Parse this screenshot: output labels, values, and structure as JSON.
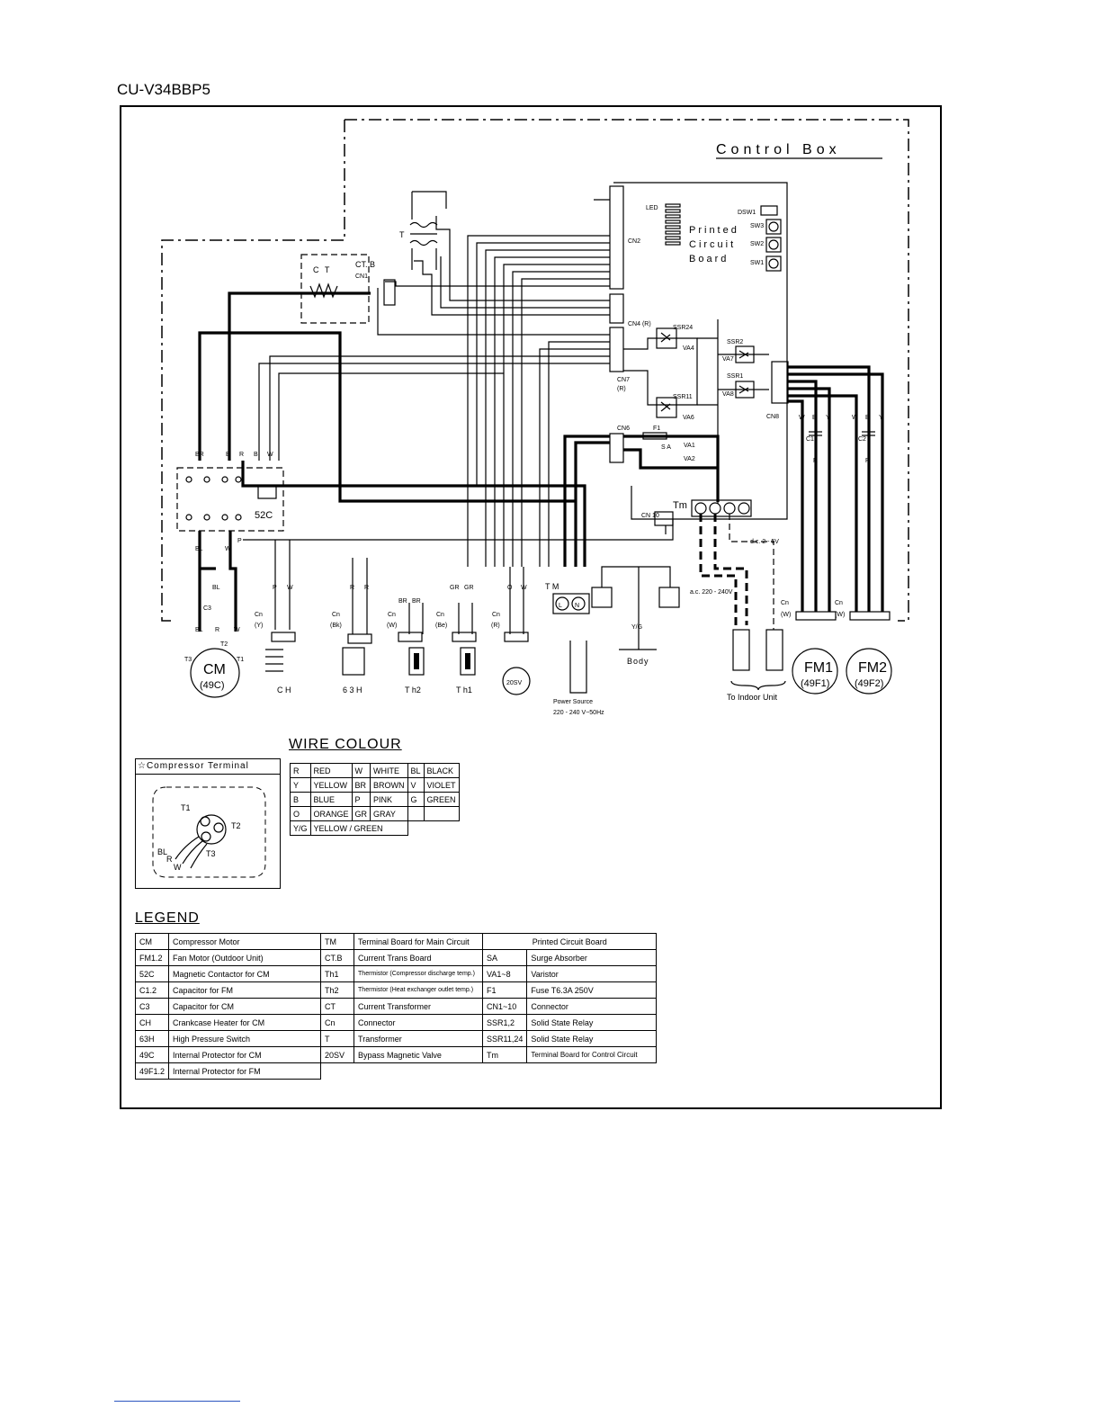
{
  "page": {
    "title": "CU-V34BBP5"
  },
  "diagram": {
    "control_box_label": "Control Box",
    "pcb_label_1": "Printed",
    "pcb_label_2": "Circuit",
    "pcb_label_3": "Board",
    "led_label": "LED",
    "dsw_label": "DSW1",
    "sw_labels": [
      "SW3",
      "SW2",
      "SW1"
    ],
    "connectors": {
      "cn2": "CN2",
      "cn4": "CN4 (R)",
      "cn7": "CN7",
      "cn7_color": "(R)",
      "cn6": "CN6",
      "cn8": "CN8",
      "cn10": "CN 10",
      "cn1": "CN1"
    },
    "components": {
      "ct": "C T",
      "ctb": "CT. B",
      "transformer": "T",
      "ssr24": "SSR24",
      "ssr11": "SSR11",
      "ssr2": "SSR2",
      "ssr1": "SSR1",
      "va4": "VA4",
      "va6": "VA6",
      "va7": "VA7",
      "va8": "VA8",
      "va1": "VA1",
      "va2": "VA2",
      "sa": "S A",
      "f1": "F1",
      "tm_upper": "Tm",
      "tm_lower": "T M",
      "contactor": "52C",
      "cm": "CM",
      "cm_protector": "(49C)",
      "fm1": "FM1",
      "fm1_protector": "(49F1)",
      "fm2": "FM2",
      "fm2_protector": "(49F2)",
      "valve": "20SV",
      "ch": "C H",
      "hps": "6 3 H",
      "th2": "T h2",
      "th1": "T h1",
      "c1": "C1",
      "c2": "C2",
      "c3": "C3",
      "t1": "T1",
      "t2": "T2",
      "t3": "T3"
    },
    "cn_labels": {
      "ch": "(Y)",
      "hps": "(Bk)",
      "th2": "(W)",
      "th1": "(Be)",
      "valve": "(R)",
      "fm1": "(W)",
      "fm2": "(W)",
      "cn": "Cn"
    },
    "wire_letters": {
      "br": "BR",
      "b": "B",
      "r": "R",
      "w": "W",
      "bl": "BL",
      "p": "P",
      "o": "O",
      "y": "Y",
      "g": "G",
      "gr": "GR",
      "yg": "Y/G"
    },
    "power_source_1": "Power Source",
    "power_source_2": "220 - 240 V~50Hz",
    "ac_label": "a.c. 220 - 240V",
    "dc_label": "d.c. 2 - 5V",
    "indoor_label": "To Indoor Unit",
    "body_label": "Body"
  },
  "compressor_terminal": {
    "title": "☆Compressor Terminal",
    "t1": "T1",
    "t2": "T2",
    "t3": "T3",
    "bl": "BL",
    "r": "R",
    "w": "W"
  },
  "wire_colour": {
    "title": "WIRE COLOUR",
    "rows": [
      [
        "R",
        "RED",
        "W",
        "WHITE",
        "BL",
        "BLACK"
      ],
      [
        "Y",
        "YELLOW",
        "BR",
        "BROWN",
        "V",
        "VIOLET"
      ],
      [
        "B",
        "BLUE",
        "P",
        "PINK",
        "G",
        "GREEN"
      ],
      [
        "O",
        "ORANGE",
        "GR",
        "GRAY",
        "",
        ""
      ],
      [
        "Y/G",
        "YELLOW / GREEN",
        "",
        "",
        "",
        ""
      ]
    ]
  },
  "legend": {
    "title": "LEGEND",
    "rows": [
      [
        "CM",
        "Compressor Motor",
        "TM",
        "Terminal Board for Main Circuit",
        "Printed Circuit Board",
        ""
      ],
      [
        "FM1.2",
        "Fan Motor (Outdoor Unit)",
        "CT.B",
        "Current Trans Board",
        "SA",
        "Surge Absorber"
      ],
      [
        "52C",
        "Magnetic Contactor for CM",
        "Th1",
        "Thermistor (Compressor discharge temp.)",
        "VA1~8",
        "Varistor"
      ],
      [
        "C1.2",
        "Capacitor for FM",
        "Th2",
        "Thermistor (Heat exchanger outlet temp.)",
        "F1",
        "Fuse T6.3A 250V"
      ],
      [
        "C3",
        "Capacitor for CM",
        "CT",
        "Current Transformer",
        "CN1~10",
        "Connector"
      ],
      [
        "CH",
        "Crankcase Heater for CM",
        "Cn",
        "Connector",
        "SSR1,2",
        "Solid State Relay"
      ],
      [
        "63H",
        "High Pressure Switch",
        "T",
        "Transformer",
        "SSR11,24",
        "Solid State Relay"
      ],
      [
        "49C",
        "Internal Protector for CM",
        "20SV",
        "Bypass Magnetic Valve",
        "Tm",
        "Terminal Board for Control Circuit"
      ],
      [
        "49F1.2",
        "Internal Protector for FM",
        "",
        "",
        "",
        ""
      ]
    ]
  }
}
